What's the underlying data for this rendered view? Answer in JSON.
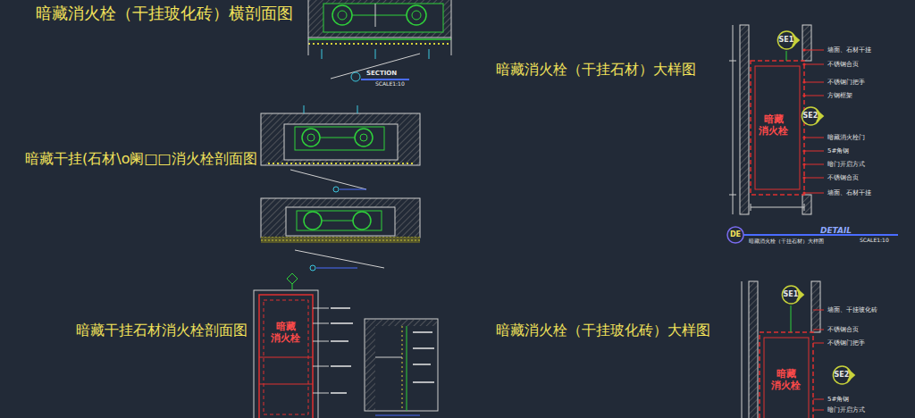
{
  "diagram": {
    "nodes": [
      {
        "text": [
          "SE1"
        ]
      },
      {
        "text": [
          "SE2"
        ]
      },
      {
        "text": [
          "DE"
        ]
      },
      {
        "text": [
          "SE1"
        ]
      },
      {
        "text": [
          "SE2"
        ]
      },
      {
        "text": [
          "暗藏 消火栓"
        ]
      },
      {
        "text": [
          "暗藏 消火栓"
        ]
      },
      {
        "text": [
          "暗藏 消火栓"
        ]
      }
    ],
    "labels": [
      "暗藏消火栓（干挂玻化砖）横剖面图",
      "暗藏干挂(石材\\o阑□□消火栓剖面图",
      "暗藏干挂石材消火栓剖面图",
      "暗藏消火栓（干挂石材）大样图",
      "暗藏消火栓（干挂玻化砖）大样图",
      "SECTION",
      "SCALE1:10",
      "DETAIL",
      "SCALE1:10",
      "暗藏消火栓（干挂石材）大样图",
      "墙面、石材干挂",
      "不锈钢合页",
      "不锈钢门把手",
      "方钢框架",
      "暗藏消火栓门",
      "5#角钢",
      "暗门开启方式",
      "不锈钢合页",
      "墙面、石材干挂",
      "墙面、干挂玻化砖",
      "不锈钢合页",
      "不锈钢门把手",
      "5#角钢",
      "暗门开启方式"
    ]
  }
}
